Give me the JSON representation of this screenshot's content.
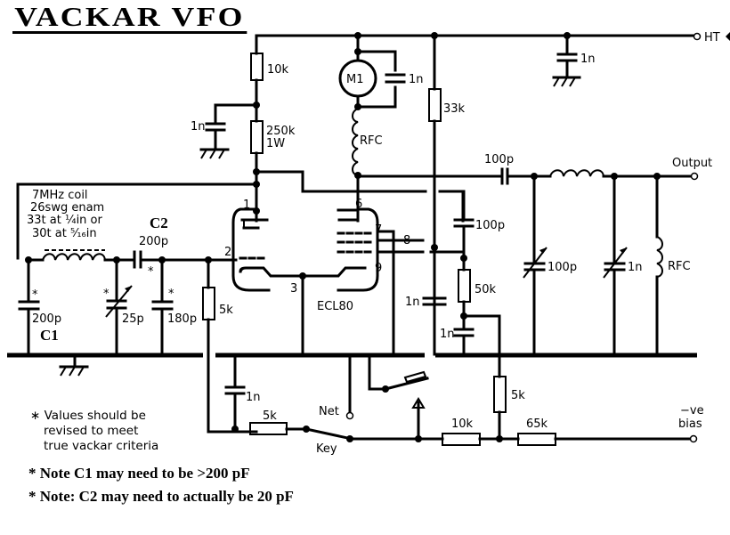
{
  "title": "VACKAR VFO",
  "components": {
    "r_10k_top": "10k",
    "c_1n_decouple": "1n",
    "r_250k": "250k",
    "r_250k_rating": "1W",
    "meter": "M1",
    "c_1n_meter": "1n",
    "rfc_anode": "RFC",
    "r_33k": "33k",
    "c_1n_ht": "1n",
    "ht_label": "HT",
    "c_100p_out": "100p",
    "output_label": "Output",
    "c_100p_screen": "100p",
    "vc_100p": "100p",
    "vc_1n": "1n",
    "rfc_out": "RFC",
    "r_50k": "50k",
    "c_1n_pin8": "1n",
    "c_1n_50k": "1n",
    "valve": "ECL80",
    "pin1": "1",
    "pin2": "2",
    "pin3": "3",
    "pin6": "6",
    "pin7": "7",
    "pin8": "8",
    "pin9": "9",
    "coil_line1": "7MHz coil",
    "coil_line2": "26swg enam",
    "coil_line3": "33t at ¼in or",
    "coil_line4": "30t at ⁵⁄₁₆in",
    "c2_name": "C2",
    "c2_value": "200p",
    "c1_value": "200p",
    "c1_name": "C1",
    "vc_25p": "25p",
    "c_180p": "180p",
    "r_5k_grid": "5k",
    "c_1n_key": "1n",
    "r_5k_key": "5k",
    "net_label": "Net",
    "key_label": "Key",
    "r_5k_bias": "5k",
    "r_10k_bias": "10k",
    "r_65k": "65k",
    "bias_line1": "−ve",
    "bias_line2": "bias",
    "asterisk": "*"
  },
  "notes": {
    "legend_line1": "∗ Values should be",
    "legend_line2": "revised to meet",
    "legend_line3": "true vackar criteria",
    "note1": "*   Note C1 may need to be >200 pF",
    "note2": "*   Note: C2 may need to actually be 20 pF"
  }
}
